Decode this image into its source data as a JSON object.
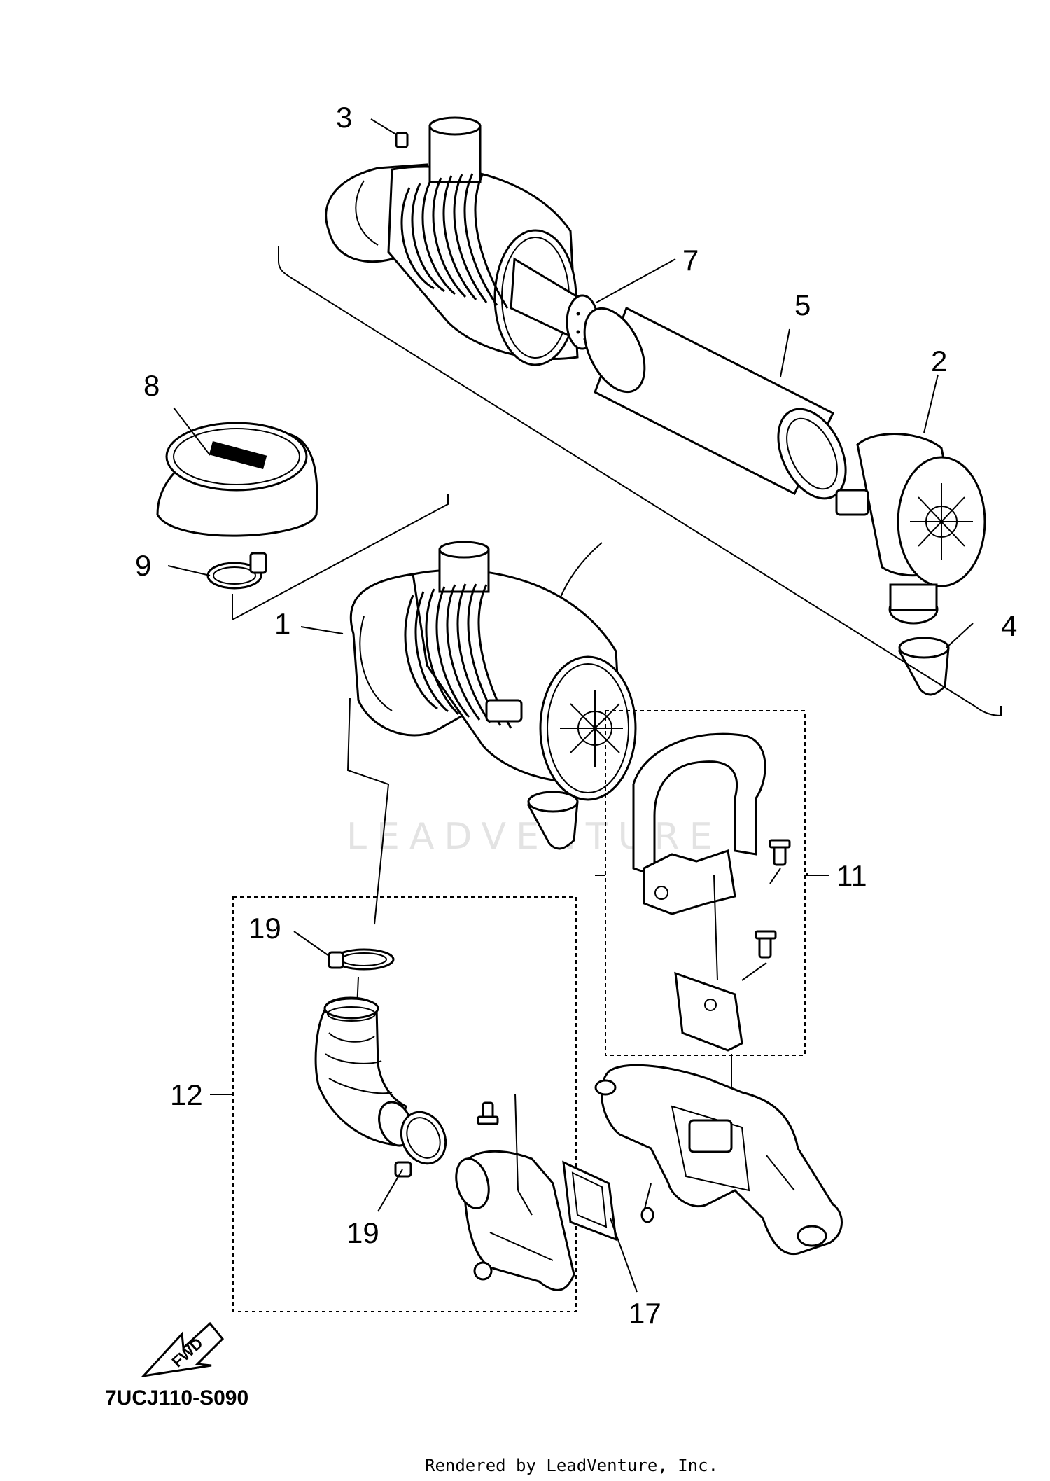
{
  "diagram": {
    "callouts": [
      "1",
      "2",
      "3",
      "4",
      "5",
      "7",
      "8",
      "9",
      "11",
      "12",
      "17",
      "19",
      "19"
    ],
    "fwd_label": "FWD",
    "part_code": "7UCJ110-S090",
    "watermark": "LEADVENTURE",
    "footer": "Rendered by LeadVenture, Inc."
  }
}
